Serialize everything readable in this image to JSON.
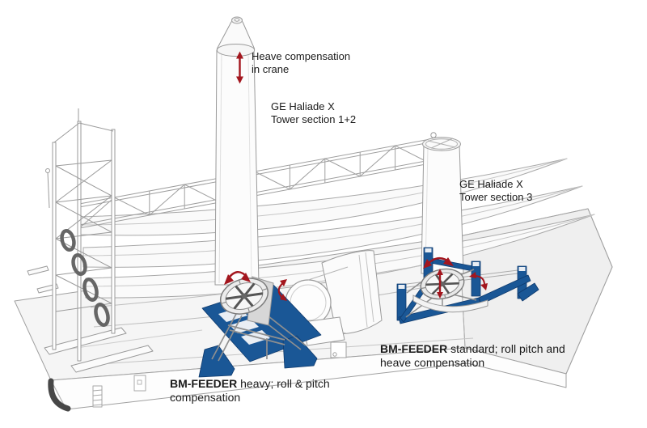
{
  "figure": {
    "heave_note": {
      "line1": "Heave compensation",
      "line2": "in crane"
    },
    "tower12_label": {
      "line1": "GE Haliade X",
      "line2": "Tower section 1+2"
    },
    "tower3_label": {
      "line1": "GE Haliade X",
      "line2": "Tower section 3"
    },
    "feeder_standard_label": {
      "product": "BM-FEEDER",
      "descriptor": " standard; roll pitch and",
      "line2": "heave compensation"
    },
    "feeder_heavy_label": {
      "product": "BM-FEEDER",
      "descriptor": " heavy; roll & pitch",
      "line2": "compensation"
    }
  },
  "colors": {
    "feeder_blue": "#1a5796",
    "feeder_blue_dark": "#0f3a6d",
    "arrow_red": "#a3161e",
    "line_gray": "#9a9a9a",
    "text": "#1a1a1a"
  },
  "icons": {
    "heave_arrow_icon": "double-headed vertical arrow",
    "roll_arrow_icon": "curved double-headed arrow",
    "pitch_arrow_icon": "curved double-headed arrow"
  }
}
